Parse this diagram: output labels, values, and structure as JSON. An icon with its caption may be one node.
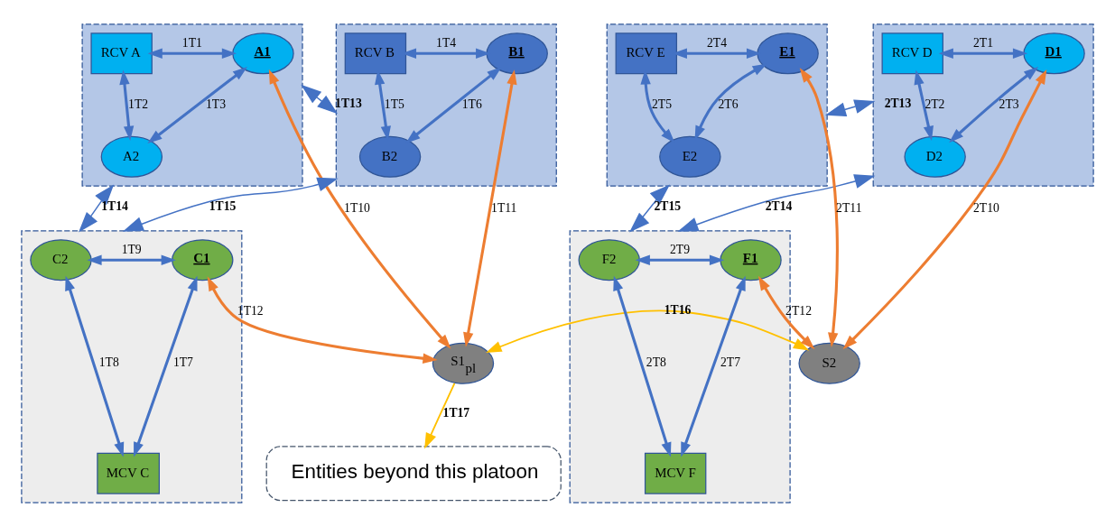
{
  "diagram": {
    "nodes": [
      {
        "text": [],
        "shape": "triangle"
      },
      {
        "text": [
          "RCV A"
        ],
        "in": 0
      },
      {
        "text": [
          "A1"
        ],
        "in": 0
      },
      {
        "text": [
          "A2"
        ],
        "in": 0
      },
      {
        "text": [],
        "shape": "triangle"
      },
      {
        "text": [
          "B1"
        ],
        "in": 4
      },
      {
        "text": [
          "RCV B"
        ],
        "in": 4
      },
      {
        "text": [
          "B2"
        ],
        "in": 4
      },
      {
        "text": [
          "S1$_{pl}$"
        ]
      },
      {
        "text": [],
        "shape": "triangle"
      },
      {
        "text": [
          "C1"
        ],
        "in": 9
      },
      {
        "text": [
          "C2"
        ],
        "in": 9
      },
      {
        "text": [
          "MCV C"
        ],
        "in": 9
      },
      {
        "text": [
          "Entities beyond this platoon"
        ]
      },
      {
        "text": [],
        "shape": "triangle"
      },
      {
        "text": [
          "RCV D"
        ],
        "in": 14
      },
      {
        "text": [
          "D1"
        ],
        "in": 14
      },
      {
        "text": [
          "D2"
        ],
        "in": 14
      },
      {
        "text": [],
        "shape": "triangle"
      },
      {
        "text": [
          "E1"
        ],
        "in": 18
      },
      {
        "text": [
          "RCV E"
        ],
        "in": 18
      },
      {
        "text": [
          "E2"
        ],
        "in": 18
      },
      {
        "text": [
          "S2"
        ]
      },
      {
        "text": [],
        "shape": "triangle"
      },
      {
        "text": [
          "F1"
        ],
        "in": 23
      },
      {
        "text": [
          "F2"
        ],
        "in": 23
      },
      {
        "text": [
          "MCV F"
        ],
        "in": 23
      }
    ],
    "edges": [
      {
        "from": 1,
        "to": 2,
        "arrow": "both",
        "label": "1T1"
      },
      {
        "from": 1,
        "to": 3,
        "arrow": "both",
        "label": "1T2"
      },
      {
        "from": 2,
        "to": 3,
        "arrow": "both",
        "label": "1T3"
      },
      {
        "from": 5,
        "to": 6,
        "arrow": "both",
        "label": "1T4"
      },
      {
        "from": 6,
        "to": 7,
        "arrow": "both",
        "label": "1T5"
      },
      {
        "from": 5,
        "to": 7,
        "arrow": "both",
        "label": "1T6"
      },
      {
        "from": 10,
        "to": 12,
        "arrow": "both",
        "label": "1T7"
      },
      {
        "from": 11,
        "to": 12,
        "arrow": "both",
        "label": "1T8"
      },
      {
        "from": 10,
        "to": 11,
        "arrow": "both",
        "label": "1T9"
      },
      {
        "from": 2,
        "to": 8,
        "arrow": "both",
        "label": "1T10",
        "color": "#ed7d31"
      },
      {
        "from": 5,
        "to": 8,
        "arrow": "both",
        "label": "1T11",
        "color": "#ed7d31"
      },
      {
        "from": 10,
        "to": 8,
        "arrow": "both",
        "label": "1T12",
        "color": "#ed7d31"
      },
      {
        "from": 0,
        "to": 4,
        "arrow": "both",
        "label": "1T13"
      },
      {
        "from": 0,
        "to": 9,
        "arrow": "both",
        "label": "1T14"
      },
      {
        "from": 4,
        "to": 9,
        "arrow": "both",
        "label": "1T15"
      },
      {
        "from": 8,
        "to": 22,
        "arrow": "both",
        "label": "1T16",
        "color": "#ffc000"
      },
      {
        "from": 8,
        "to": 13,
        "arrow": "to",
        "label": "1T17",
        "color": "#ffc000"
      },
      {
        "from": 15,
        "to": 16,
        "arrow": "both",
        "label": "2T1"
      },
      {
        "from": 15,
        "to": 17,
        "arrow": "both",
        "label": "2T2"
      },
      {
        "from": 16,
        "to": 17,
        "arrow": "both",
        "label": "2T3"
      },
      {
        "from": 19,
        "to": 20,
        "arrow": "both",
        "label": "2T4"
      },
      {
        "from": 20,
        "to": 21,
        "arrow": "both",
        "label": "2T5"
      },
      {
        "from": 19,
        "to": 21,
        "arrow": "both",
        "label": "2T6"
      },
      {
        "from": 24,
        "to": 26,
        "arrow": "both",
        "label": "2T7"
      },
      {
        "from": 25,
        "to": 26,
        "arrow": "both",
        "label": "2T8"
      },
      {
        "from": 24,
        "to": 25,
        "arrow": "both",
        "label": "2T9"
      },
      {
        "from": 16,
        "to": 22,
        "arrow": "both",
        "label": "2T10",
        "color": "#ed7d31"
      },
      {
        "from": 19,
        "to": 22,
        "arrow": "both",
        "label": "2T11",
        "color": "#ed7d31"
      },
      {
        "from": 24,
        "to": 22,
        "arrow": "both",
        "label": "2T12",
        "color": "#ed7d31"
      },
      {
        "from": 14,
        "to": 18,
        "arrow": "both",
        "label": "2T13"
      },
      {
        "from": 14,
        "to": 23,
        "arrow": "both",
        "label": "2T14"
      },
      {
        "from": 18,
        "to": 23,
        "arrow": "both",
        "label": "2T15"
      }
    ]
  }
}
